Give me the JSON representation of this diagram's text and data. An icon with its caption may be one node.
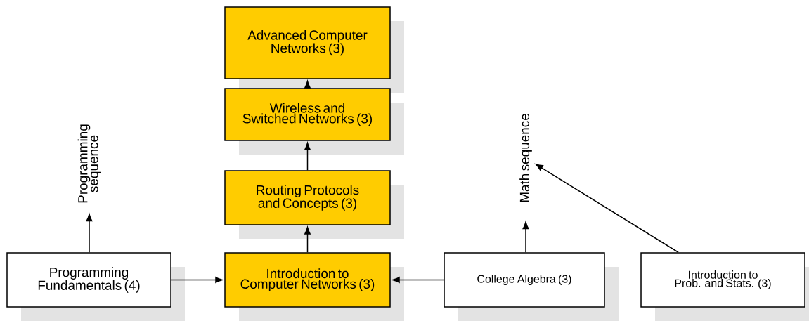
{
  "diagram": {
    "nodes": [
      {
        "text": [
          "Advanced Computer Networks (3)"
        ]
      },
      {
        "text": [
          "Wireless and Switched Networks (3)"
        ]
      },
      {
        "text": [
          "Routing Protocols and Concepts (3)"
        ]
      },
      {
        "text": [
          "Programming sequence"
        ]
      },
      {
        "text": [
          "Math sequence"
        ]
      },
      {
        "text": [
          "Programming Fundamentals (4)"
        ]
      },
      {
        "text": [
          "Introduction to Computer Networks (3)"
        ]
      },
      {
        "text": [
          "College Algebra (3)"
        ]
      },
      {
        "text": [
          "Introduction to Prob. and Stats. (3)"
        ]
      }
    ],
    "edges": [
      {
        "from": 6,
        "to": 2,
        "arrow": "to"
      },
      {
        "from": 2,
        "to": 1,
        "arrow": "to"
      },
      {
        "from": 1,
        "to": 0,
        "arrow": "to"
      },
      {
        "from": 5,
        "to": 6,
        "arrow": "to"
      },
      {
        "from": 7,
        "to": 6,
        "arrow": "to"
      },
      {
        "from": 5,
        "to": 3,
        "arrow": "to"
      },
      {
        "from": 7,
        "to": 4,
        "arrow": "to"
      },
      {
        "from": 8,
        "to": 4,
        "arrow": "to"
      }
    ]
  }
}
